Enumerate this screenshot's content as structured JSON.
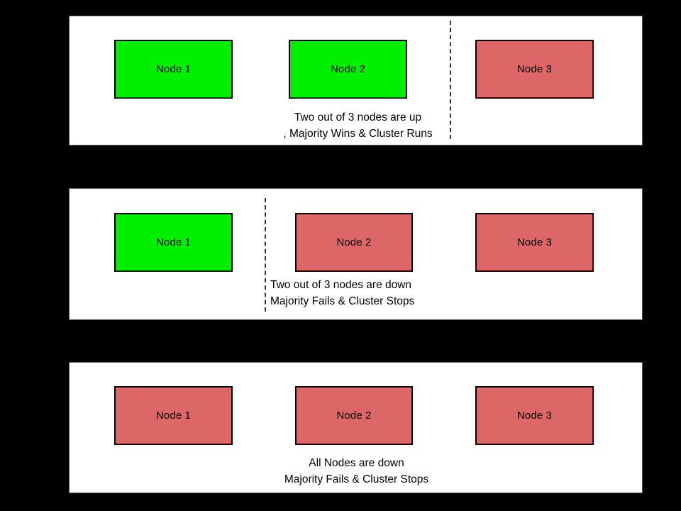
{
  "background_color": "#000000",
  "panel_background": "#ffffff",
  "colors": {
    "node_up": "#00ee00",
    "node_down": "#dd6666",
    "node_border": "#000000",
    "divider": "#333333",
    "text": "#000000"
  },
  "scenarios": [
    {
      "id": "two-of-three-up",
      "nodes": [
        {
          "label": "Node 1",
          "state": "up"
        },
        {
          "label": "Node 2",
          "state": "up"
        },
        {
          "label": "Node 3",
          "state": "down"
        }
      ],
      "divider": true,
      "caption": [
        "Two out of 3 nodes are up",
        ", Majority Wins & Cluster Runs"
      ]
    },
    {
      "id": "two-of-three-down",
      "nodes": [
        {
          "label": "Node 1",
          "state": "up"
        },
        {
          "label": "Node 2",
          "state": "down"
        },
        {
          "label": "Node 3",
          "state": "down"
        }
      ],
      "divider": true,
      "caption": [
        "Two out of 3 nodes are down",
        "Majority Fails & Cluster Stops"
      ]
    },
    {
      "id": "all-down",
      "nodes": [
        {
          "label": "Node 1",
          "state": "down"
        },
        {
          "label": "Node 2",
          "state": "down"
        },
        {
          "label": "Node 3",
          "state": "down"
        }
      ],
      "divider": false,
      "caption": [
        "All Nodes are down",
        "Majority Fails & Cluster Stops"
      ]
    }
  ]
}
